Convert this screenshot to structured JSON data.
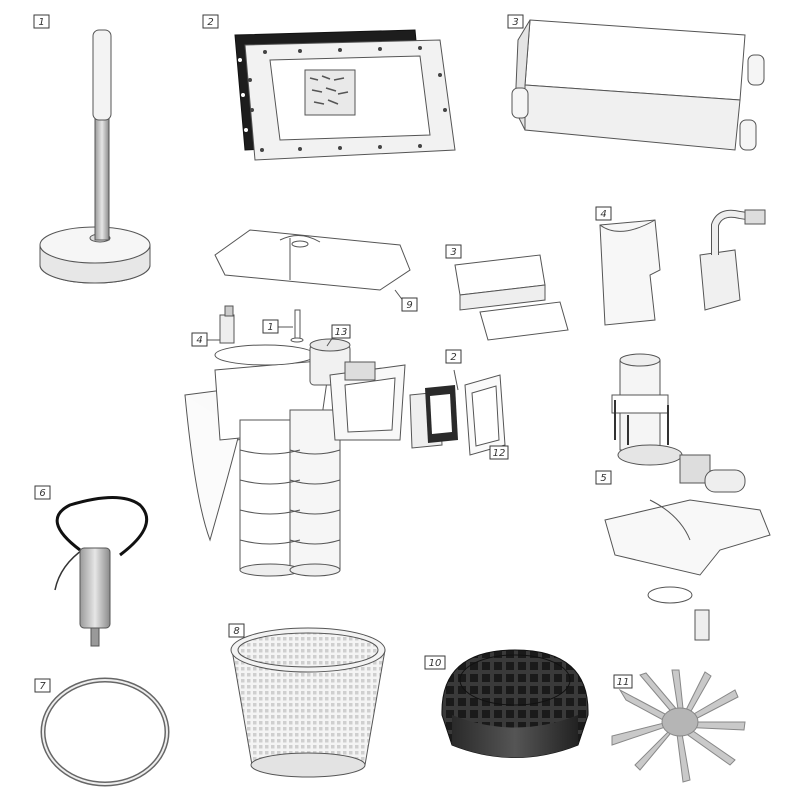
{
  "labels": {
    "l1": "1",
    "l2": "2",
    "l3": "3",
    "l4": "4",
    "l5": "5",
    "l6": "6",
    "l7": "7",
    "l8": "8",
    "l9": "9",
    "l10": "10",
    "l11": "11",
    "c1": "1",
    "c2": "2",
    "c3": "3",
    "c4": "4",
    "c9": "9",
    "c12": "12",
    "c13": "13"
  }
}
